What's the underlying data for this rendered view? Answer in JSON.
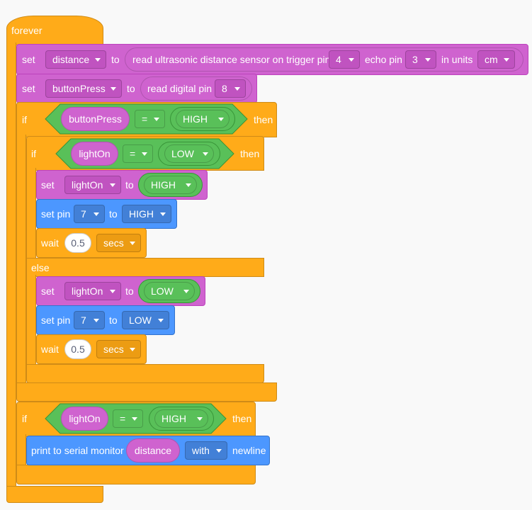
{
  "forever_label": "forever",
  "set1": {
    "set": "set",
    "variable": "distance",
    "to": "to",
    "sensor_text": "read ultrasonic distance sensor on trigger pin",
    "trigger_pin": "4",
    "echo_label": "echo pin",
    "echo_pin": "3",
    "units_label": "in units",
    "units": "cm"
  },
  "set2": {
    "set": "set",
    "variable": "buttonPress",
    "to": "to",
    "read_text": "read digital pin",
    "pin": "8"
  },
  "if1": {
    "if": "if",
    "left": "buttonPress",
    "op": "=",
    "right": "HIGH",
    "then": "then"
  },
  "if2": {
    "if": "if",
    "left": "lightOn",
    "op": "=",
    "right": "LOW",
    "then": "then"
  },
  "set3": {
    "set": "set",
    "variable": "lightOn",
    "to": "to",
    "value": "HIGH"
  },
  "setpin1": {
    "label": "set pin",
    "pin": "7",
    "to": "to",
    "value": "HIGH"
  },
  "wait1": {
    "label": "wait",
    "value": "0.5",
    "unit": "secs"
  },
  "else_label": "else",
  "set4": {
    "set": "set",
    "variable": "lightOn",
    "to": "to",
    "value": "LOW"
  },
  "setpin2": {
    "label": "set pin",
    "pin": "7",
    "to": "to",
    "value": "LOW"
  },
  "wait2": {
    "label": "wait",
    "value": "0.5",
    "unit": "secs"
  },
  "if3": {
    "if": "if",
    "left": "lightOn",
    "op": "=",
    "right": "HIGH",
    "then": "then"
  },
  "print": {
    "label": "print to serial monitor",
    "variable": "distance",
    "mode": "with",
    "suffix": "newline"
  },
  "colors": {
    "control": "#ffab19",
    "variables": "#cf63cf",
    "arduino": "#4c97ff",
    "operators": "#59c059"
  }
}
